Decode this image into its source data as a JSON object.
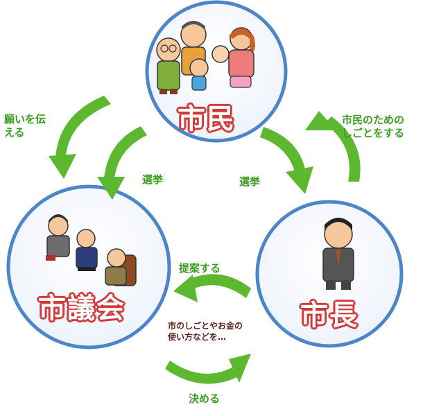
{
  "nodes": {
    "citizens": {
      "title": "市民"
    },
    "council": {
      "title": "市議会"
    },
    "mayor": {
      "title": "市長"
    }
  },
  "labels": {
    "wish": [
      "願いを伝",
      "える"
    ],
    "elect_left": "選挙",
    "elect_right": "選挙",
    "mayor_work": [
      "市民のための",
      "しごとをする"
    ],
    "propose": "提案する",
    "topic": [
      "市のしごとやお金の",
      "使い方などを…"
    ],
    "decide": "決める"
  },
  "colors": {
    "circle_stroke": "#4a86c8",
    "arrow": "#5cb82e",
    "title_outline": "#d23a3a",
    "label_green": "#3a9d1f",
    "label_dark": "#5a1e1e"
  }
}
